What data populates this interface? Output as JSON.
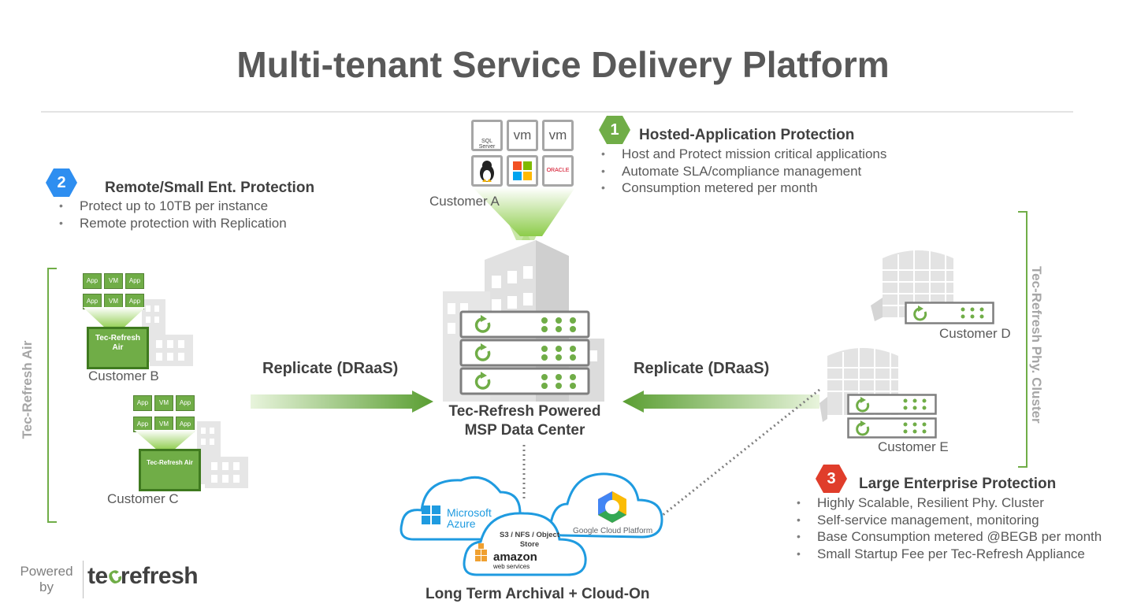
{
  "title": "Multi-tenant Service Delivery Platform",
  "colors": {
    "green": "#70ad47",
    "blue": "#2e8ef0",
    "red": "#e03d2b",
    "gray": "#595959"
  },
  "section1": {
    "badge": "1",
    "title": "Hosted-Application Protection",
    "bullets": [
      "Host and Protect mission critical applications",
      "Automate SLA/compliance management",
      "Consumption metered per month"
    ]
  },
  "section2": {
    "badge": "2",
    "title": "Remote/Small Ent. Protection",
    "bullets": [
      "Protect up to 10TB per instance",
      "Remote protection with Replication"
    ]
  },
  "section3": {
    "badge": "3",
    "title": "Large Enterprise Protection",
    "bullets": [
      "Highly Scalable, Resilient Phy. Cluster",
      "Self-service management, monitoring",
      "Base Consumption metered @BEGB per month",
      "Small Startup Fee per Tec-Refresh Appliance"
    ]
  },
  "customers": {
    "a": "Customer A",
    "b": "Customer B",
    "c": "Customer C",
    "d": "Customer D",
    "e": "Customer E"
  },
  "app_icons": {
    "sql": "SQL Server",
    "vm": "vm",
    "oracle": "ORACLE"
  },
  "mini_boxes": {
    "app": "App",
    "vm": "VM"
  },
  "air_box": "Tec-Refresh Air",
  "replicate": "Replicate (DRaaS)",
  "center": {
    "line1": "Tec-Refresh Powered",
    "line2": "MSP Data Center"
  },
  "left_vertical": "Tec-Refresh Air",
  "right_vertical": "Tec-Refresh Phy. Cluster",
  "cloud": {
    "azure_line1": "Microsoft",
    "azure_line2": "Azure",
    "object_store": "S3 / NFS / Object Store",
    "amazon_line1": "amazon",
    "amazon_line2": "web services",
    "google": "Google Cloud Platform",
    "caption": "Long Term Archival + Cloud-On"
  },
  "footer": {
    "powered": "Powered",
    "by": "by",
    "brand_a": "te",
    "brand_b": "refresh"
  }
}
